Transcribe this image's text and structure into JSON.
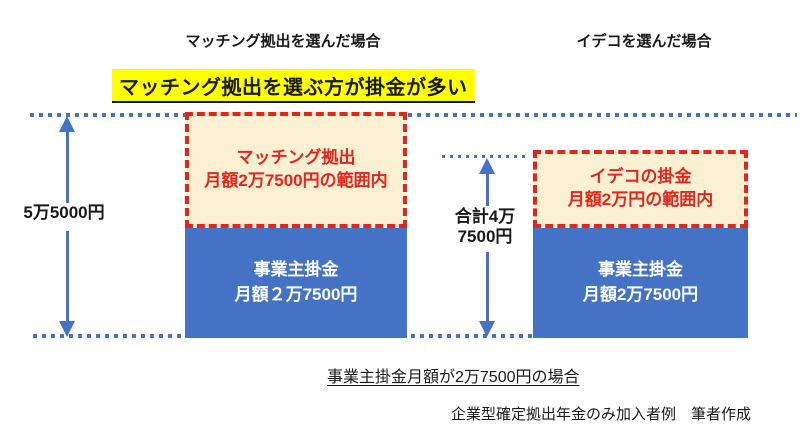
{
  "page": {
    "header_left": "マッチング拠出を選んだ場合",
    "header_right": "イデコを選んだ場合",
    "title": "マッチング拠出を選ぶ方が掛金が多い",
    "caption": "事業主掛金月額が2万7500円の場合",
    "credit": "企業型確定拠出年金のみ加入者例　筆者作成"
  },
  "left_column": {
    "total_label": "5万5000円",
    "dashed_box_line1": "マッチング拠出",
    "dashed_box_line2": "月額2万7500円の範囲内",
    "blue_box_line1": "事業主掛金",
    "blue_box_line2": "月額２万7500円"
  },
  "right_column": {
    "total_label_line1": "合計4万",
    "total_label_line2": "7500円",
    "dashed_box_line1": "イデコの掛金",
    "dashed_box_line2": "月額2万円の範囲内",
    "blue_box_line1": "事業主掛金",
    "blue_box_line2": "月額2万7500円"
  },
  "colors": {
    "bar_blue": "#4472c4",
    "dash_red": "#e2261e",
    "box_cream": "#fcf0d2",
    "highlight_yellow": "#ffff00",
    "text_black": "#1a1a1a"
  },
  "chart_data": {
    "type": "bar",
    "stacked": true,
    "columns": [
      {
        "label": "マッチング拠出を選んだ場合",
        "total": 55000,
        "total_label": "5万5000円",
        "segments": [
          {
            "name": "事業主掛金",
            "value": 27500
          },
          {
            "name": "マッチング拠出",
            "value": 27500,
            "note": "月額2万7500円の範囲内"
          }
        ]
      },
      {
        "label": "イデコを選んだ場合",
        "total": 47500,
        "total_label": "合計4万7500円",
        "segments": [
          {
            "name": "事業主掛金",
            "value": 27500
          },
          {
            "name": "イデコの掛金",
            "value": 20000,
            "note": "月額2万円の範囲内"
          }
        ]
      }
    ],
    "title": "マッチング拠出を選ぶ方が掛金が多い",
    "caption": "事業主掛金月額が2万7500円の場合"
  }
}
